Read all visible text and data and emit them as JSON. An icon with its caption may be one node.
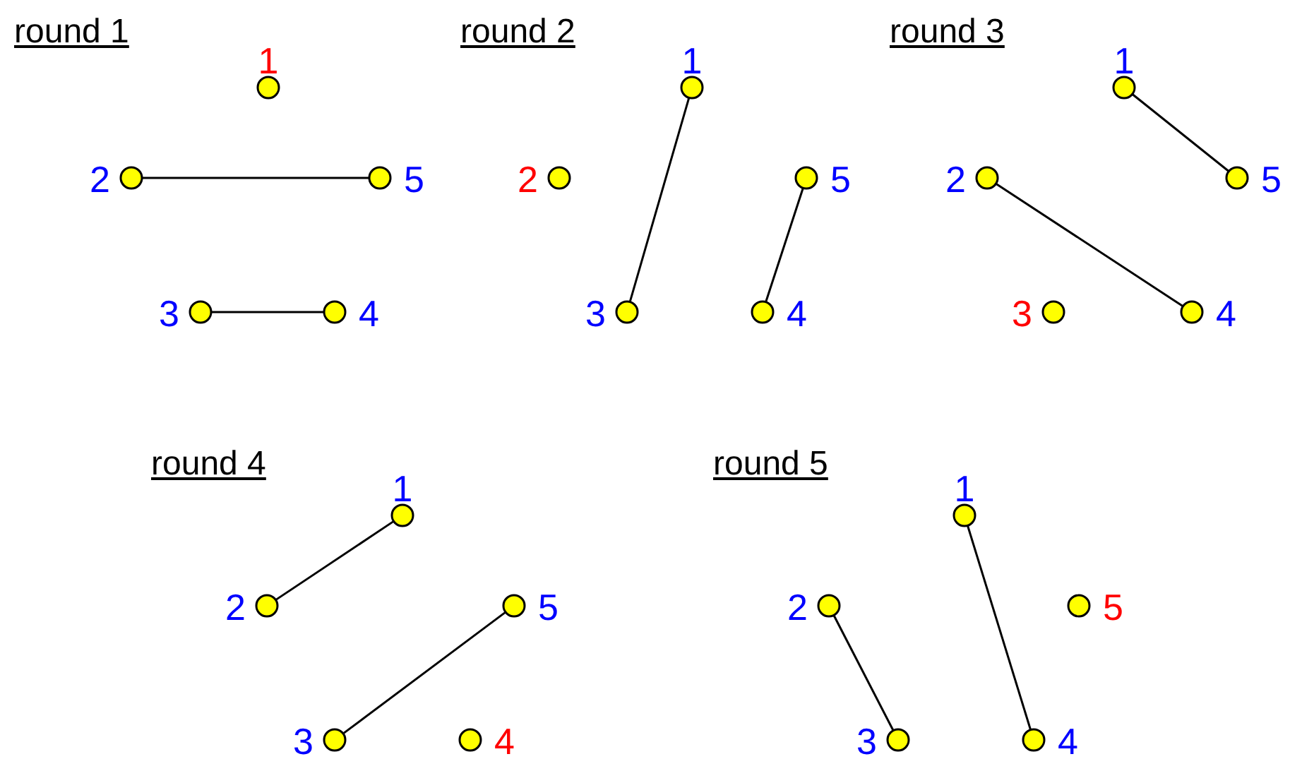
{
  "diagram": {
    "nodes": [
      {
        "text": [],
        "shape": "circle",
        "beside": [
          "1"
        ]
      },
      {
        "text": [],
        "shape": "circle",
        "beside": [
          "2"
        ]
      },
      {
        "text": [],
        "shape": "circle",
        "beside": [
          "3"
        ]
      },
      {
        "text": [],
        "shape": "circle",
        "beside": [
          "4"
        ]
      },
      {
        "text": [],
        "shape": "circle",
        "beside": [
          "5"
        ]
      },
      {
        "text": [],
        "shape": "circle",
        "beside": [
          "1"
        ]
      },
      {
        "text": [],
        "shape": "circle",
        "beside": [
          "2"
        ]
      },
      {
        "text": [],
        "shape": "circle",
        "beside": [
          "3"
        ]
      },
      {
        "text": [],
        "shape": "circle",
        "beside": [
          "4"
        ]
      },
      {
        "text": [],
        "shape": "circle",
        "beside": [
          "5"
        ]
      },
      {
        "text": [],
        "shape": "circle",
        "beside": [
          "1"
        ]
      },
      {
        "text": [],
        "shape": "circle",
        "beside": [
          "2"
        ]
      },
      {
        "text": [],
        "shape": "circle",
        "beside": [
          "3"
        ]
      },
      {
        "text": [],
        "shape": "circle",
        "beside": [
          "4"
        ]
      },
      {
        "text": [],
        "shape": "circle",
        "beside": [
          "5"
        ]
      },
      {
        "text": [],
        "shape": "circle",
        "beside": [
          "1"
        ]
      },
      {
        "text": [],
        "shape": "circle",
        "beside": [
          "2"
        ]
      },
      {
        "text": [],
        "shape": "circle",
        "beside": [
          "3"
        ]
      },
      {
        "text": [],
        "shape": "circle",
        "beside": [
          "4"
        ]
      },
      {
        "text": [],
        "shape": "circle",
        "beside": [
          "5"
        ]
      },
      {
        "text": [],
        "shape": "circle",
        "beside": [
          "1"
        ]
      },
      {
        "text": [],
        "shape": "circle",
        "beside": [
          "2"
        ]
      },
      {
        "text": [],
        "shape": "circle",
        "beside": [
          "3"
        ]
      },
      {
        "text": [],
        "shape": "circle",
        "beside": [
          "4"
        ]
      },
      {
        "text": [],
        "shape": "circle",
        "beside": [
          "5"
        ]
      }
    ],
    "edges": [
      {
        "from": 1,
        "to": 4,
        "arrow": "none"
      },
      {
        "from": 2,
        "to": 3,
        "arrow": "none"
      },
      {
        "from": 5,
        "to": 7,
        "arrow": "none"
      },
      {
        "from": 9,
        "to": 8,
        "arrow": "none"
      },
      {
        "from": 10,
        "to": 14,
        "arrow": "none"
      },
      {
        "from": 11,
        "to": 13,
        "arrow": "none"
      },
      {
        "from": 15,
        "to": 16,
        "arrow": "none"
      },
      {
        "from": 19,
        "to": 17,
        "arrow": "none"
      },
      {
        "from": 21,
        "to": 22,
        "arrow": "none"
      },
      {
        "from": 20,
        "to": 23,
        "arrow": "none"
      }
    ],
    "labels": [
      "round 1",
      "round 2",
      "round 3",
      "round 4",
      "round 5"
    ]
  }
}
